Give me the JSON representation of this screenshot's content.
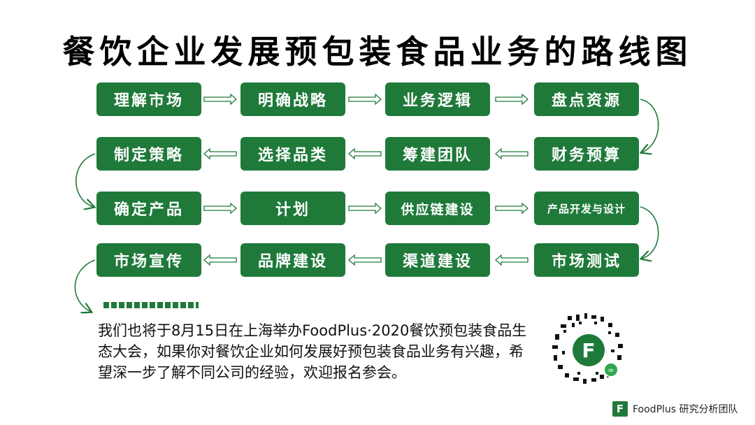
{
  "title": "餐饮企业发展预包装食品业务的路线图",
  "steps": [
    "理解市场",
    "明确战略",
    "业务逻辑",
    "盘点资源",
    "制定策略",
    "选择品类",
    "筹建团队",
    "财务预算",
    "确定产品",
    "计划",
    "供应链建设",
    "产品开发与设计",
    "市场宣传",
    "品牌建设",
    "渠道建设",
    "市场测试"
  ],
  "paragraph": "我们也将于8月15日在上海举办FoodPlus·2020餐饮预包装食品生态大会，如果你对餐饮企业如何发展好预包装食品业务有兴趣，希望深一步了解不同公司的经验，欢迎报名参会。",
  "brand": {
    "logo_letter": "F",
    "text": "FoodPlus 研究分析团队"
  },
  "qr": {
    "center_letter": "F"
  },
  "colors": {
    "primary": "#1f7a3a",
    "text": "#111111",
    "background": "#ffffff"
  }
}
